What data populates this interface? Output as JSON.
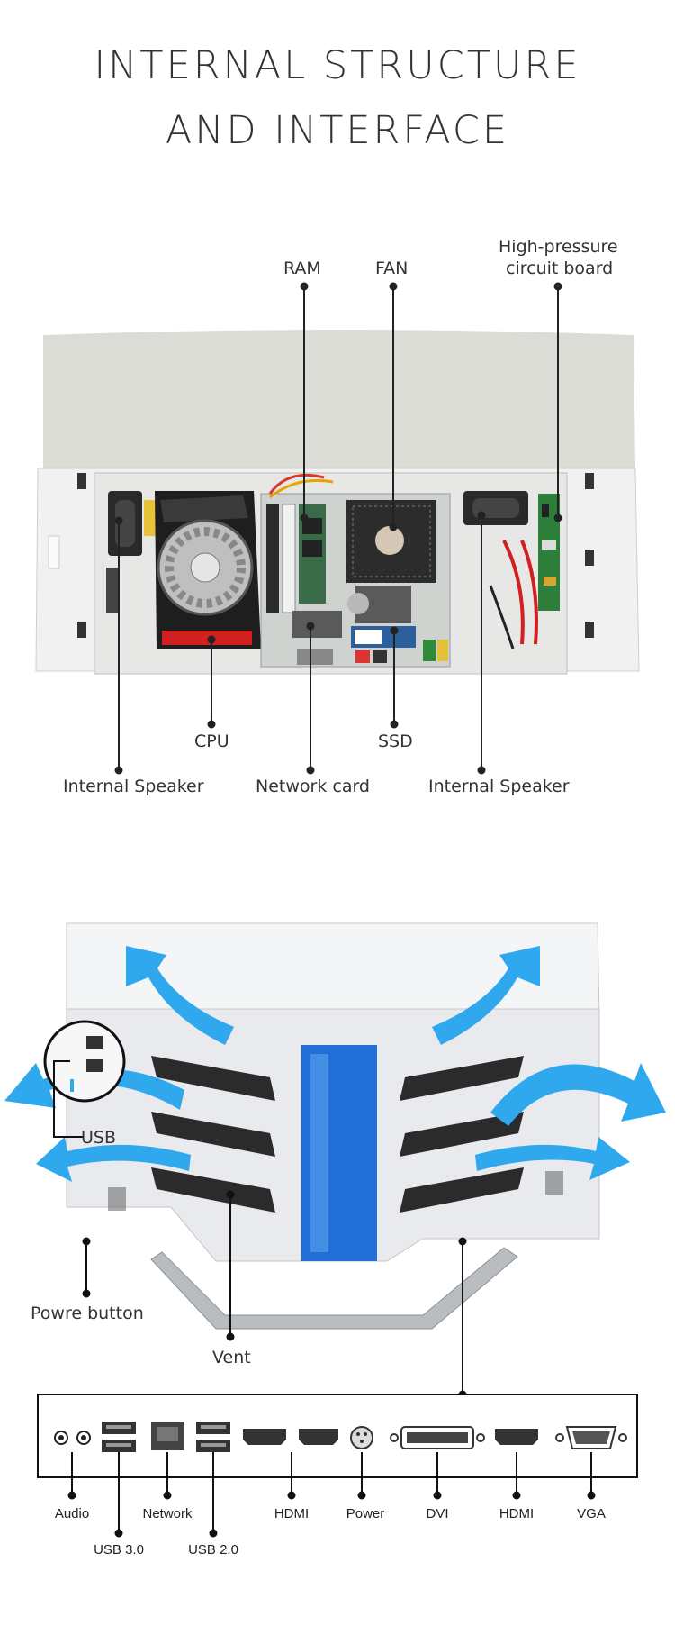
{
  "title": {
    "line1": "INTERNAL STRUCTURE",
    "line2": "AND INTERFACE"
  },
  "internal_labels": {
    "ram": "RAM",
    "fan": "FAN",
    "hv_board_line1": "High-pressure",
    "hv_board_line2": "circuit board",
    "cpu": "CPU",
    "ssd": "SSD",
    "speaker_left": "Internal Speaker",
    "network_card": "Network card",
    "speaker_right": "Internal Speaker"
  },
  "back_labels": {
    "usb": "USB",
    "power_button": "Powre button",
    "vent": "Vent"
  },
  "ports": {
    "audio": "Audio",
    "usb3": "USB 3.0",
    "network": "Network",
    "usb2": "USB 2.0",
    "hdmi1": "HDMI",
    "power": "Power",
    "dvi": "DVI",
    "hdmi2": "HDMI",
    "vga": "VGA"
  },
  "colors": {
    "accent_blue": "#2fa8ee",
    "stripe_blue": "#1f6fd6",
    "board_green": "#2e7d3a"
  }
}
